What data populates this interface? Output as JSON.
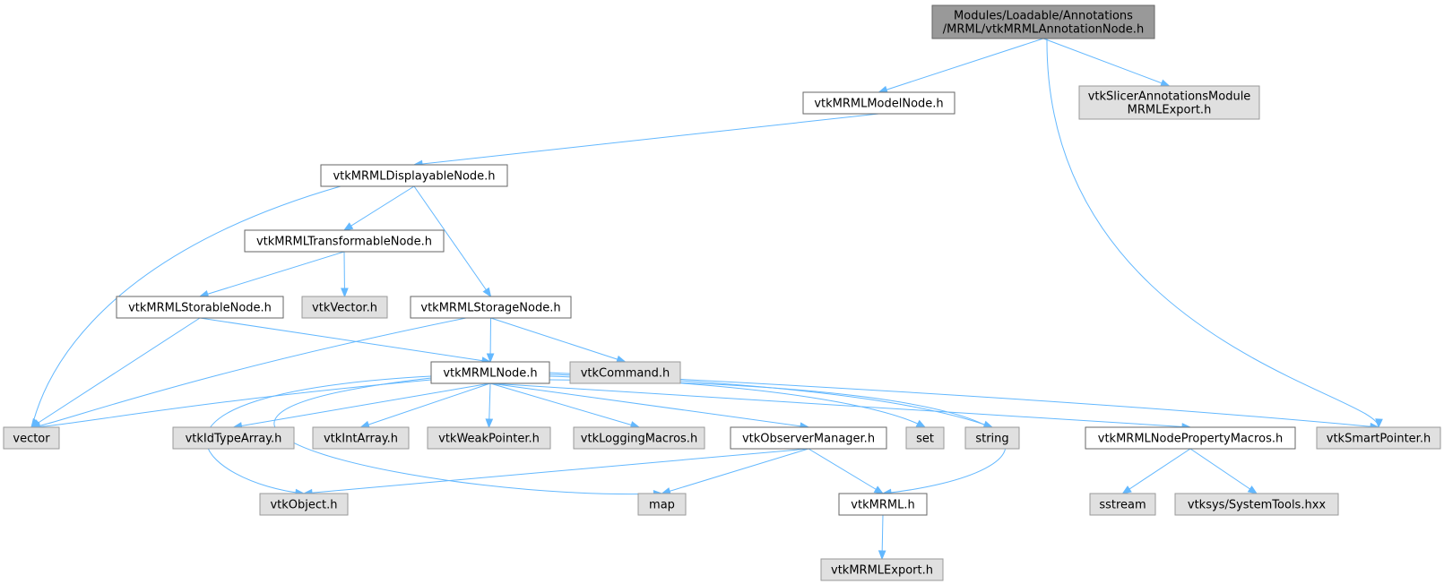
{
  "colors": {
    "root_fill": "#999999",
    "root_stroke": "#666666",
    "documented_fill": "#ffffff",
    "documented_stroke": "#666666",
    "external_fill": "#e0e0e0",
    "external_stroke": "#999999",
    "edge": "#63b8ff"
  },
  "nodes": [
    {
      "id": "root",
      "kind": "root",
      "lines": [
        "Modules/Loadable/Annotations",
        "/MRML/vtkMRMLAnnotationNode.h"
      ]
    },
    {
      "id": "modelnode",
      "kind": "documented",
      "lines": [
        "vtkMRMLModelNode.h"
      ]
    },
    {
      "id": "exporth",
      "kind": "external",
      "lines": [
        "vtkSlicerAnnotationsModule",
        "MRMLExport.h"
      ]
    },
    {
      "id": "displayable",
      "kind": "documented",
      "lines": [
        "vtkMRMLDisplayableNode.h"
      ]
    },
    {
      "id": "transformable",
      "kind": "documented",
      "lines": [
        "vtkMRMLTransformableNode.h"
      ]
    },
    {
      "id": "storable",
      "kind": "documented",
      "lines": [
        "vtkMRMLStorableNode.h"
      ]
    },
    {
      "id": "vtkvector",
      "kind": "external",
      "lines": [
        "vtkVector.h"
      ]
    },
    {
      "id": "storage",
      "kind": "documented",
      "lines": [
        "vtkMRMLStorageNode.h"
      ]
    },
    {
      "id": "mrmlnode",
      "kind": "documented",
      "lines": [
        "vtkMRMLNode.h"
      ]
    },
    {
      "id": "command",
      "kind": "external",
      "lines": [
        "vtkCommand.h"
      ]
    },
    {
      "id": "vector",
      "kind": "external",
      "lines": [
        "vector"
      ]
    },
    {
      "id": "idtype",
      "kind": "external",
      "lines": [
        "vtkIdTypeArray.h"
      ]
    },
    {
      "id": "intarray",
      "kind": "external",
      "lines": [
        "vtkIntArray.h"
      ]
    },
    {
      "id": "weakptr",
      "kind": "external",
      "lines": [
        "vtkWeakPointer.h"
      ]
    },
    {
      "id": "logging",
      "kind": "external",
      "lines": [
        "vtkLoggingMacros.h"
      ]
    },
    {
      "id": "observer",
      "kind": "documented",
      "lines": [
        "vtkObserverManager.h"
      ]
    },
    {
      "id": "set",
      "kind": "external",
      "lines": [
        "set"
      ]
    },
    {
      "id": "string",
      "kind": "external",
      "lines": [
        "string"
      ]
    },
    {
      "id": "propmacros",
      "kind": "documented",
      "lines": [
        "vtkMRMLNodePropertyMacros.h"
      ]
    },
    {
      "id": "smartptr",
      "kind": "external",
      "lines": [
        "vtkSmartPointer.h"
      ]
    },
    {
      "id": "vtkobject",
      "kind": "external",
      "lines": [
        "vtkObject.h"
      ]
    },
    {
      "id": "map",
      "kind": "external",
      "lines": [
        "map"
      ]
    },
    {
      "id": "vtkmrml",
      "kind": "documented",
      "lines": [
        "vtkMRML.h"
      ]
    },
    {
      "id": "sstream",
      "kind": "external",
      "lines": [
        "sstream"
      ]
    },
    {
      "id": "systools",
      "kind": "external",
      "lines": [
        "vtksys/SystemTools.hxx"
      ]
    },
    {
      "id": "mrmlexport",
      "kind": "external",
      "lines": [
        "vtkMRMLExport.h"
      ]
    }
  ],
  "edges": [
    {
      "from": "root",
      "to": "modelnode"
    },
    {
      "from": "root",
      "to": "exporth"
    },
    {
      "from": "root",
      "to": "smartptr"
    },
    {
      "from": "modelnode",
      "to": "displayable"
    },
    {
      "from": "displayable",
      "to": "transformable"
    },
    {
      "from": "displayable",
      "to": "storage"
    },
    {
      "from": "displayable",
      "to": "vector"
    },
    {
      "from": "transformable",
      "to": "storable"
    },
    {
      "from": "transformable",
      "to": "vtkvector"
    },
    {
      "from": "storable",
      "to": "mrmlnode"
    },
    {
      "from": "storable",
      "to": "vector"
    },
    {
      "from": "storage",
      "to": "mrmlnode"
    },
    {
      "from": "storage",
      "to": "command"
    },
    {
      "from": "storage",
      "to": "vector"
    },
    {
      "from": "mrmlnode",
      "to": "vector"
    },
    {
      "from": "mrmlnode",
      "to": "vtkobject"
    },
    {
      "from": "mrmlnode",
      "to": "map"
    },
    {
      "from": "mrmlnode",
      "to": "idtype"
    },
    {
      "from": "mrmlnode",
      "to": "intarray"
    },
    {
      "from": "mrmlnode",
      "to": "weakptr"
    },
    {
      "from": "mrmlnode",
      "to": "logging"
    },
    {
      "from": "mrmlnode",
      "to": "observer"
    },
    {
      "from": "mrmlnode",
      "to": "set"
    },
    {
      "from": "mrmlnode",
      "to": "string"
    },
    {
      "from": "mrmlnode",
      "to": "propmacros"
    },
    {
      "from": "mrmlnode",
      "to": "smartptr"
    },
    {
      "from": "mrmlnode",
      "to": "vtkmrml"
    },
    {
      "from": "observer",
      "to": "vtkobject"
    },
    {
      "from": "observer",
      "to": "map"
    },
    {
      "from": "observer",
      "to": "vtkmrml"
    },
    {
      "from": "propmacros",
      "to": "sstream"
    },
    {
      "from": "propmacros",
      "to": "systools"
    },
    {
      "from": "vtkmrml",
      "to": "mrmlexport"
    }
  ]
}
